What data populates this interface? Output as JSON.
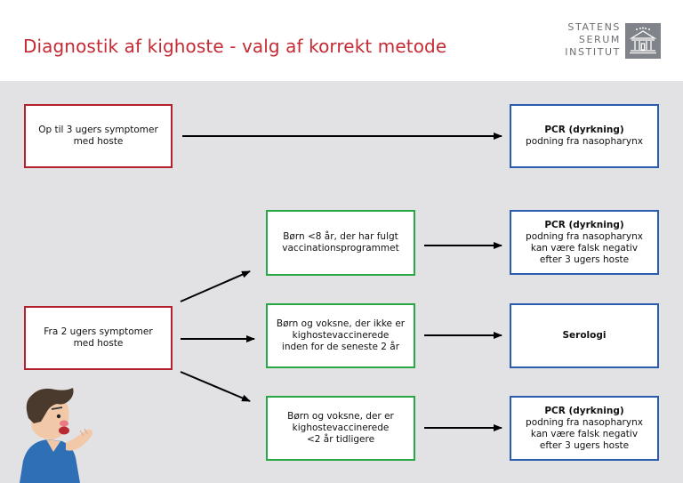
{
  "header": {
    "title": "Diagnostik af kighoste - valg af korrekt metode",
    "logo_lines": [
      "STATENS",
      "SERUM",
      "INSTITUT"
    ]
  },
  "flow": {
    "start_short": {
      "lines": [
        "Op til 3 ugers symptomer",
        "med hoste"
      ]
    },
    "start_long": {
      "lines": [
        "Fra 2 ugers symptomer",
        "med hoste"
      ]
    },
    "group_children": {
      "lines": [
        "Børn <8 år, der har fulgt",
        "vaccinationsprogrammet"
      ]
    },
    "group_unvaccinated": {
      "lines": [
        "Børn og voksne, der ikke er",
        "kighostevaccinerede",
        "inden for de seneste 2 år"
      ]
    },
    "group_recent": {
      "lines": [
        "Børn og voksne, der er",
        "kighostevaccinerede",
        "<2 år tidligere"
      ]
    },
    "result_1": {
      "title": "PCR (dyrkning)",
      "lines": [
        "podning fra nasopharynx"
      ]
    },
    "result_2": {
      "title": "PCR (dyrkning)",
      "lines": [
        "podning fra nasopharynx",
        "kan være falsk negativ",
        "efter 3 ugers hoste"
      ]
    },
    "result_3": {
      "title": "Serologi",
      "lines": []
    },
    "result_4": {
      "title": "PCR (dyrkning)",
      "lines": [
        "podning fra nasopharynx",
        "kan være falsk negativ",
        "efter 3 ugers hoste"
      ]
    }
  },
  "colors": {
    "title": "#c42b35",
    "start_border": "#b3222c",
    "group_border": "#27a845",
    "result_border": "#2a5db0",
    "background": "#e2e2e4"
  },
  "icons": [
    "building-logo-icon",
    "coughing-person-icon"
  ]
}
